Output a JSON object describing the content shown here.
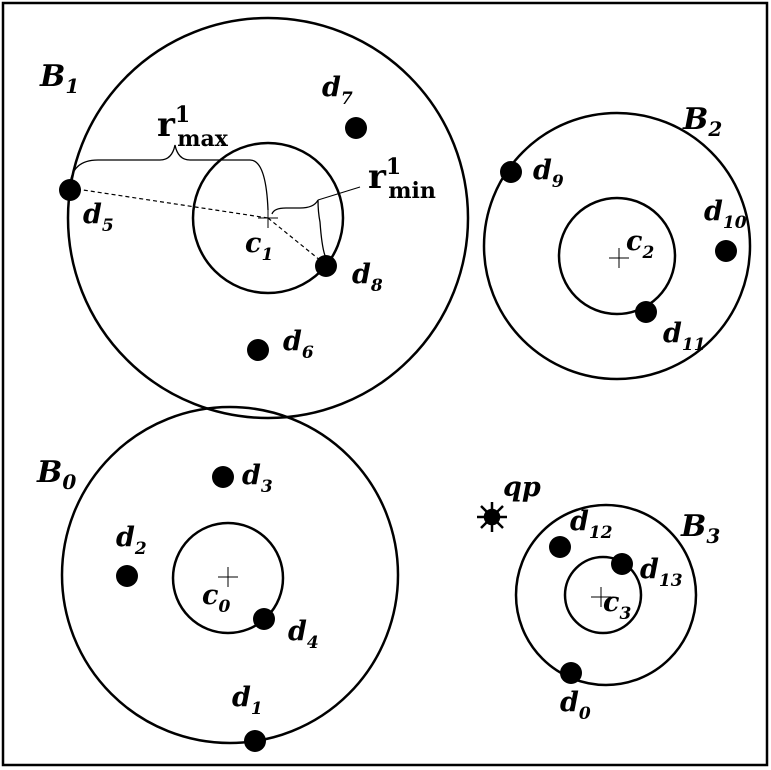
{
  "figure": {
    "balls": [
      {
        "name": "B",
        "sub": "1",
        "center": {
          "name": "c",
          "sub": "1"
        }
      },
      {
        "name": "B",
        "sub": "2",
        "center": {
          "name": "c",
          "sub": "2"
        }
      },
      {
        "name": "B",
        "sub": "0",
        "center": {
          "name": "c",
          "sub": "0"
        }
      },
      {
        "name": "B",
        "sub": "3",
        "center": {
          "name": "c",
          "sub": "3"
        }
      }
    ],
    "points": [
      {
        "name": "d",
        "sub": "0"
      },
      {
        "name": "d",
        "sub": "1"
      },
      {
        "name": "d",
        "sub": "2"
      },
      {
        "name": "d",
        "sub": "3"
      },
      {
        "name": "d",
        "sub": "4"
      },
      {
        "name": "d",
        "sub": "5"
      },
      {
        "name": "d",
        "sub": "6"
      },
      {
        "name": "d",
        "sub": "7"
      },
      {
        "name": "d",
        "sub": "8"
      },
      {
        "name": "d",
        "sub": "9"
      },
      {
        "name": "d",
        "sub": "10"
      },
      {
        "name": "d",
        "sub": "11"
      },
      {
        "name": "d",
        "sub": "12"
      },
      {
        "name": "d",
        "sub": "13"
      }
    ],
    "query_point": "qp",
    "radii": {
      "max": {
        "base": "r",
        "sup": "1",
        "sub": "max"
      },
      "min": {
        "base": "r",
        "sup": "1",
        "sub": "min"
      }
    }
  }
}
